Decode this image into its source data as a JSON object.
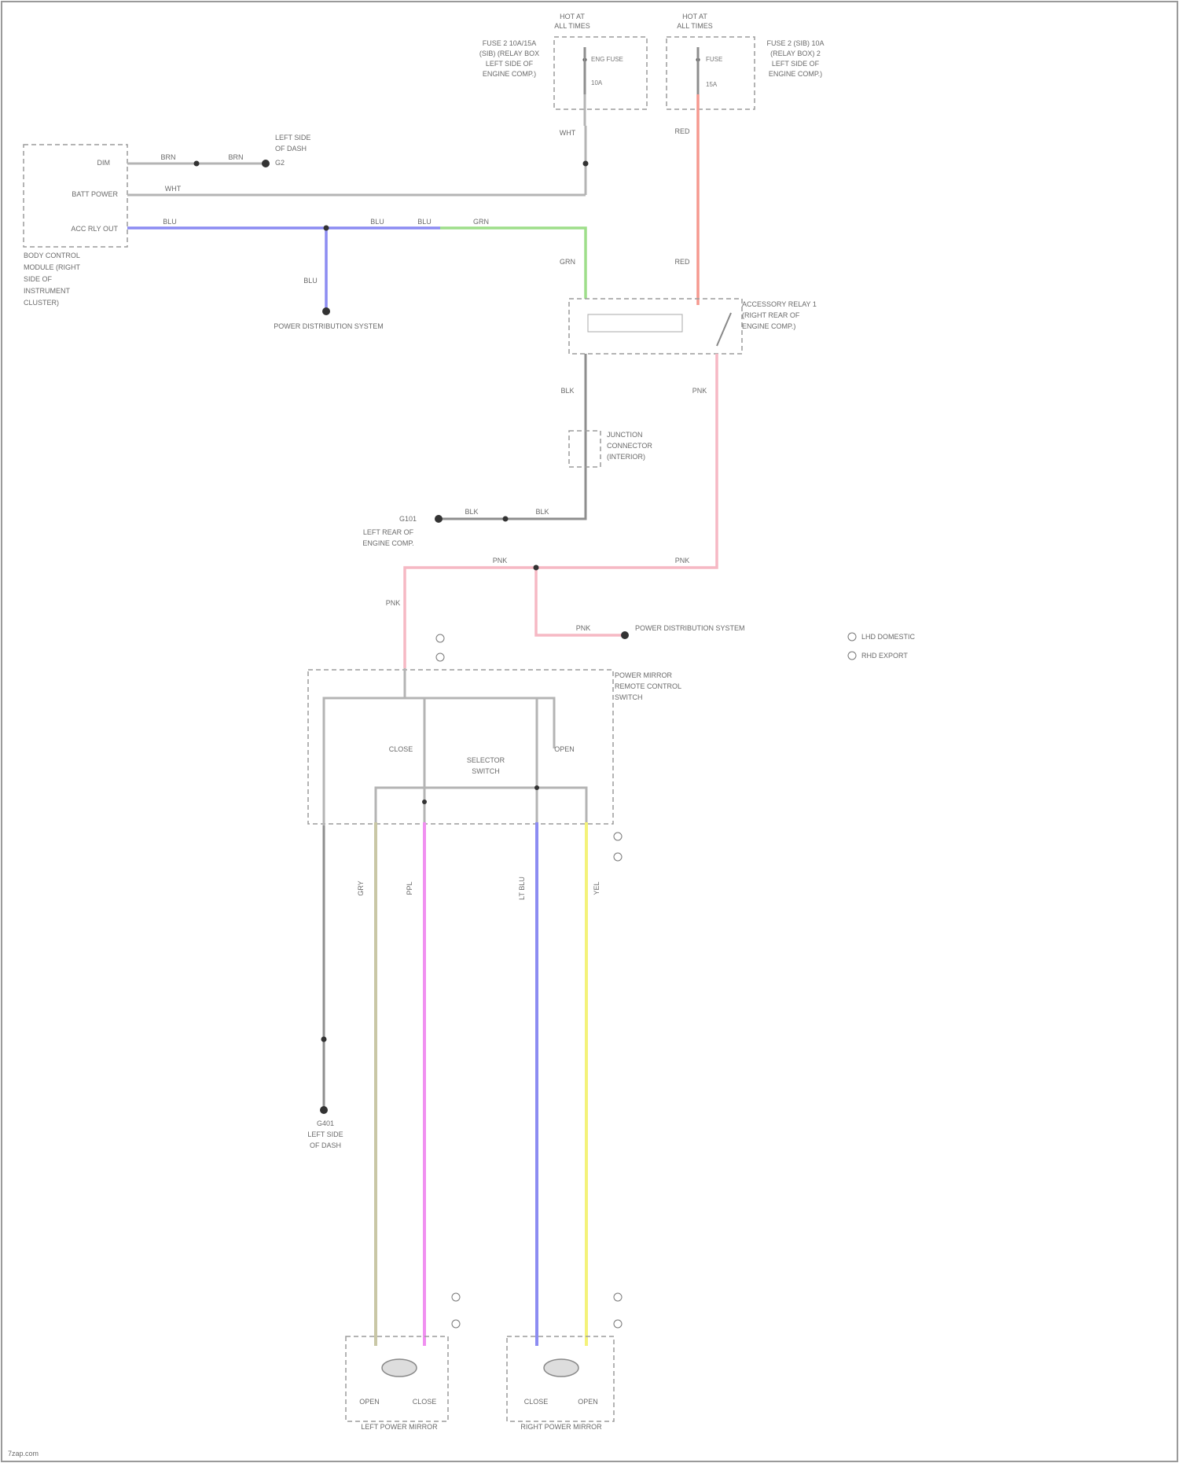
{
  "components": {
    "hot_in_run": {
      "header": [
        "HOT AT",
        "ALL TIMES"
      ],
      "desc": [
        "FUSE 2 10A/15A",
        "(SIB) (RELAY BOX",
        "LEFT SIDE OF",
        "ENGINE COMP.)"
      ],
      "fuse_label": "ENG FUSE",
      "fuse_a": "10A"
    },
    "hot_at_all_times": {
      "header": [
        "HOT AT",
        "ALL TIMES"
      ],
      "desc": [
        "FUSE 2 (SIB) 10A",
        "(RELAY BOX) 2",
        "LEFT SIDE OF",
        "ENGINE COMP.)"
      ],
      "fuse_label": "FUSE",
      "fuse_a": "15A"
    },
    "body_control": {
      "pins": [
        "DIM",
        "BATT POWER",
        "ACC RLY OUT"
      ],
      "desc": [
        "BODY CONTROL",
        "MODULE (RIGHT",
        "SIDE OF",
        "INSTRUMENT",
        "CLUSTER)"
      ]
    },
    "ground_left_dash": {
      "text": [
        "LEFT SIDE",
        "OF DASH"
      ],
      "code": "G2"
    },
    "power_distribution": "POWER DISTRIBUTION SYSTEM",
    "accessory_relay": [
      "ACCESSORY RELAY 1",
      "(RIGHT REAR OF",
      "ENGINE COMP.)"
    ],
    "junction": [
      "JUNCTION",
      "CONNECTOR",
      "(INTERIOR)"
    ],
    "ground_left_rear": {
      "code": "G101",
      "text": [
        "LEFT REAR OF",
        "ENGINE COMP."
      ]
    },
    "power_distribution_2": "POWER DISTRIBUTION SYSTEM",
    "legend": [
      "LHD DOMESTIC",
      "RHD EXPORT"
    ],
    "mirror_switch": [
      "POWER MIRROR",
      "REMOTE CONTROL",
      "SWITCH"
    ],
    "selector_switch": [
      "SELECTOR",
      "SWITCH"
    ],
    "switch_pos": [
      "CLOSE",
      "OPEN"
    ],
    "ground_bottom": {
      "code": "G401",
      "text": [
        "LEFT SIDE",
        "OF DASH"
      ]
    },
    "left_mirror": {
      "label": "LEFT POWER MIRROR",
      "pins": [
        "OPEN",
        "CLOSE"
      ]
    },
    "right_mirror": {
      "label": "RIGHT POWER MIRROR",
      "pins": [
        "CLOSE",
        "OPEN"
      ]
    }
  },
  "wire_codes": {
    "wht_a": "WHT",
    "wht_b": "WHT",
    "red_a": "RED",
    "red_b": "RED",
    "brn_a": "BRN",
    "brn_b": "BRN",
    "blu_a": "BLU",
    "blu_b": "BLU",
    "blu_c": "BLU",
    "blu_d": "BLU",
    "grn_a": "GRN",
    "grn_b": "GRN",
    "pnk_a": "PNK",
    "pnk_b": "PNK",
    "pnk_c": "PNK",
    "pnk_d": "PNK",
    "pnk_e": "PNK",
    "blk_a": "BLK",
    "blk_b": "BLK",
    "blk_c": "BLK",
    "gry": "GRY",
    "ppl": "PPL",
    "lt_blu": "LT BLU",
    "yel": "YEL"
  },
  "colors": {
    "red": "#f5998f",
    "pink": "#f6b8c4",
    "blue": "#8c8cf2",
    "green": "#9ede8a",
    "gray": "#b4b4b4",
    "tan": "#c9c7a6",
    "magenta": "#f090f0",
    "yellow": "#f4f27a"
  },
  "watermark": "7zap.com"
}
